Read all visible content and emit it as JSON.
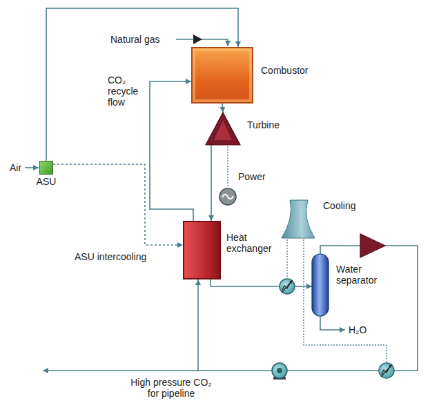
{
  "diagram": {
    "nodes": [
      {
        "text": [
          "ASU"
        ]
      },
      {
        "text": [
          "Combustor"
        ]
      },
      {
        "text": [
          "Turbine"
        ]
      },
      {
        "text": [
          "Heat exchanger"
        ]
      },
      {
        "text": [
          "Cooling"
        ]
      },
      {
        "text": [
          "Water separator"
        ]
      }
    ],
    "edges": [
      {
        "from": 0,
        "to": 1,
        "arrow": "to"
      },
      {
        "from": 1,
        "to": 2,
        "arrow": "to"
      },
      {
        "from": 2,
        "to": 3,
        "arrow": "to"
      },
      {
        "from": 3,
        "to": 1,
        "arrow": "to"
      },
      {
        "from": 0,
        "to": 3,
        "arrow": "to"
      },
      {
        "from": 3,
        "to": 5,
        "arrow": "to"
      },
      {
        "from": 5,
        "to": 3,
        "arrow": "to"
      }
    ],
    "labels": [
      "Air",
      "Natural gas",
      "CO₂ recycle flow",
      "Power",
      "ASU intercooling",
      "H₂O",
      "High pressure CO₂ for pipeline"
    ]
  }
}
